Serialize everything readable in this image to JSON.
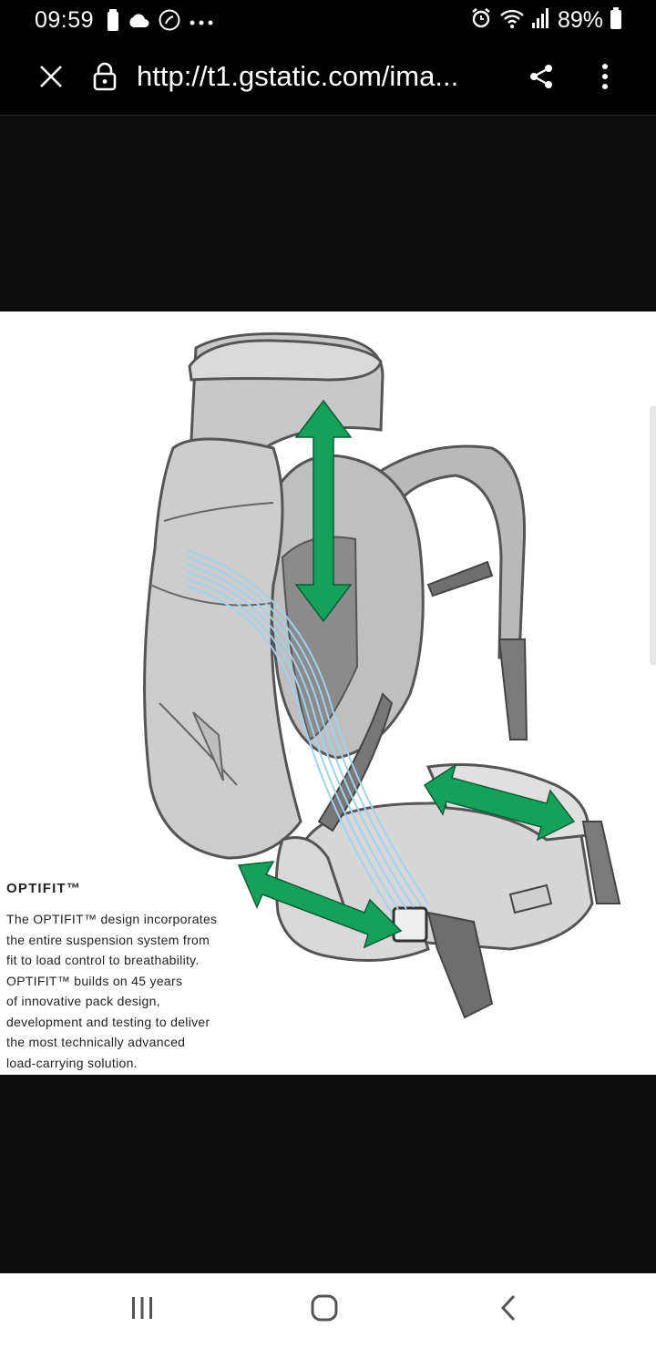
{
  "status": {
    "time": "09:59",
    "battery_pct": "89%",
    "icons": [
      "battery-icon",
      "cloud-icon",
      "call-icon",
      "more-dots-icon",
      "alarm-icon",
      "wifi-icon",
      "signal-icon"
    ]
  },
  "browser": {
    "url": "http://t1.gstatic.com/ima...",
    "icons": [
      "close-icon",
      "lock-icon",
      "share-icon",
      "overflow-menu-icon"
    ]
  },
  "image": {
    "caption_title": "OPTIFIT™",
    "caption_lines": [
      "The OPTIFIT™ design incorporates",
      "the entire suspension system from",
      "fit to load control to breathability.",
      "OPTIFIT™ builds on 45 years",
      "of innovative pack design,",
      "development and testing to deliver",
      "the most technically advanced",
      "load-carrying solution."
    ],
    "colors": {
      "arrow_green": "#17a05a",
      "pack_gray": "#c4c4c4",
      "airflow_blue": "#9fd3ee"
    }
  },
  "nav": {
    "icons": [
      "recent-apps-icon",
      "home-icon",
      "back-icon"
    ]
  }
}
